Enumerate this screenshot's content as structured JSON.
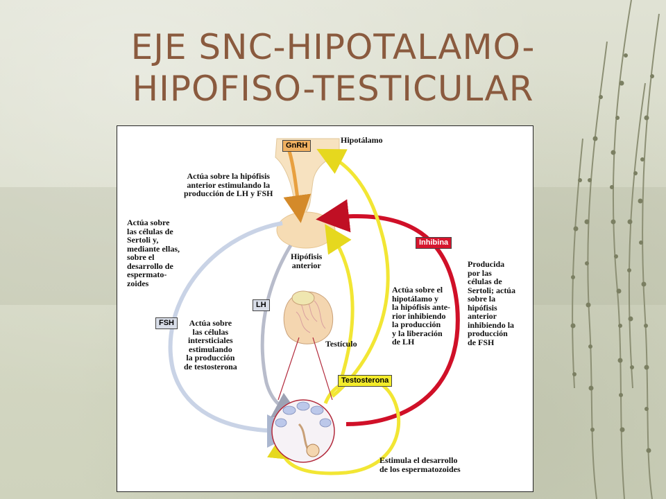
{
  "slide": {
    "title_line1": "EJE SNC-HIPOTALAMO-",
    "title_line2": "HIPOFISO-TESTICULAR"
  },
  "diagram": {
    "labels": {
      "gnrh": "GnRH",
      "hipotalamo": "Hipotálamo",
      "gnrh_action": "Actúa sobre la hipófisis\nanterior estimulando la\nproducción de LH y FSH",
      "fsh_action": "Actúa sobre\nlas células de\nSertoli y,\nmediante ellas,\nsobre el\ndesarrollo de\nespermato-\nzoides",
      "hipofisis": "Hipófisis\nanterior",
      "inhibina": "Inhibina",
      "inhibina_action": "Producida\npor las\ncélulas de\nSertoli; actúa\nsobre la\nhipófisis\nanterior\ninhibiendo la\nproducción\nde FSH",
      "lh": "LH",
      "fsh": "FSH",
      "testosterona_feedback": "Actúa sobre el\nhipotálamo y\nla hipófisis ante-\nrior inhibiendo\nla producción\ny la liberación\nde LH",
      "lh_action": "Actúa sobre\nlas células\nintersticiales\nestimulando\nla producción\nde testosterona",
      "testiculo": "Testículo",
      "testosterona": "Testosterona",
      "testosterona_action": "Estimula el desarrollo\nde los espermatozoides"
    },
    "colors": {
      "gnrh_tag": "#f0b060",
      "hormone_tag": "#d8dde8",
      "inhibina_tag": "#d6152d",
      "testosterona_tag": "#f4ec2a",
      "yellow_arrow": "#f2e634",
      "red_arrow": "#d01028",
      "blue_arrow": "#c9d3e6",
      "lh_arrow": "#b8bccb",
      "orange_arrow": "#e8a040",
      "pituitary": "#f6dcb4",
      "title": "#8a5a3e"
    }
  }
}
